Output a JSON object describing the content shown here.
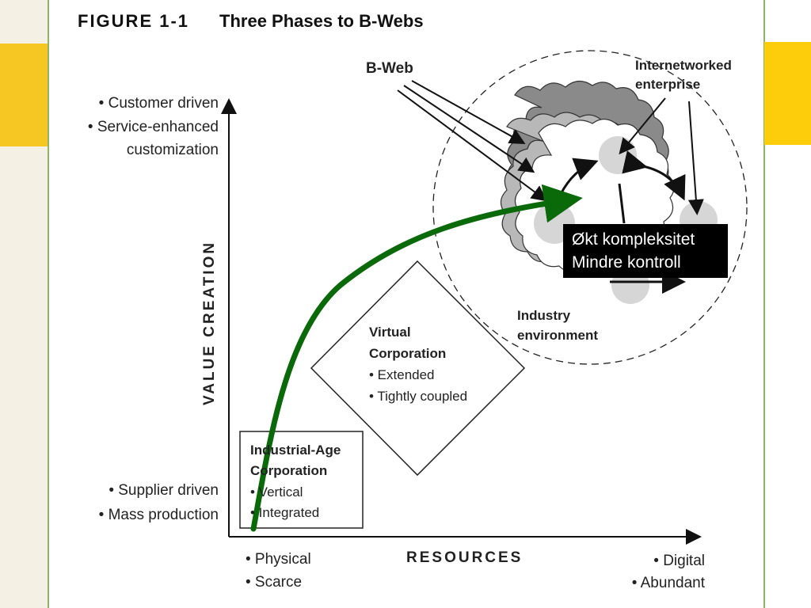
{
  "figure": {
    "number": "FIGURE 1-1",
    "title": "Three Phases to B-Webs"
  },
  "y_axis": {
    "title": "VALUE CREATION",
    "high_labels": [
      "• Customer driven",
      "• Service-enhanced",
      "customization"
    ],
    "low_labels": [
      "• Supplier driven",
      "• Mass production"
    ]
  },
  "x_axis": {
    "title": "RESOURCES",
    "low_labels": [
      "• Physical",
      "• Scarce"
    ],
    "high_labels": [
      "• Digital",
      "• Abundant"
    ]
  },
  "phases": [
    {
      "title_lines": [
        "Industrial-Age",
        "Corporation"
      ],
      "bullets": [
        "• Vertical",
        "• Integrated"
      ]
    },
    {
      "title_lines": [
        "Virtual",
        "Corporation"
      ],
      "bullets": [
        "• Extended",
        "• Tightly coupled"
      ]
    }
  ],
  "bweb": {
    "label": "B-Web",
    "internetworked_lines": [
      "Internetworked",
      "enterprise"
    ],
    "industry_lines": [
      "Industry",
      "environment"
    ]
  },
  "callout": {
    "lines": [
      "Økt kompleksitet",
      "Mindre kontroll"
    ]
  },
  "colors": {
    "trajectory": "#0a6a0a",
    "accent_yellow": "#fdcc0a",
    "rule_green": "#8fb26a",
    "callout_bg": "#000000"
  }
}
